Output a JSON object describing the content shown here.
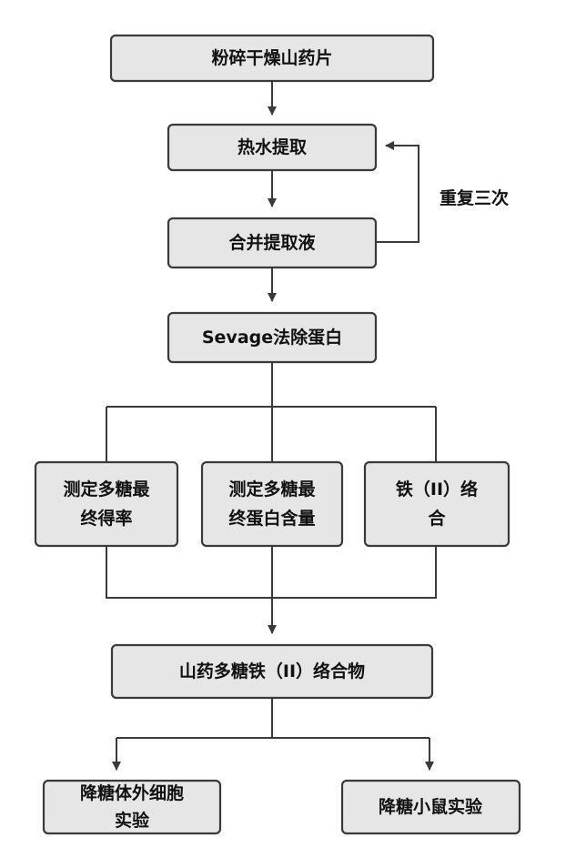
{
  "nodes": {
    "crush": {
      "lines": [
        "粉碎干燥山药片"
      ]
    },
    "hot_water": {
      "lines": [
        "热水提取"
      ]
    },
    "combine": {
      "lines": [
        "合并提取液"
      ]
    },
    "sevage": {
      "lines": [
        "Sevage法除蛋白"
      ]
    },
    "poly_yield": {
      "lines": [
        "测定多糖最",
        "终得率"
      ]
    },
    "poly_protein": {
      "lines": [
        "测定多糖最",
        "终蛋白含量"
      ]
    },
    "iron_complex": {
      "lines": [
        "铁（II）络",
        "合"
      ]
    },
    "product": {
      "lines": [
        "山药多糖铁（II）络合物"
      ]
    },
    "invitro": {
      "lines": [
        "降糖体外细胞",
        "实验"
      ]
    },
    "mouse": {
      "lines": [
        "降糖小鼠实验"
      ]
    }
  },
  "loop_label": "重复三次"
}
